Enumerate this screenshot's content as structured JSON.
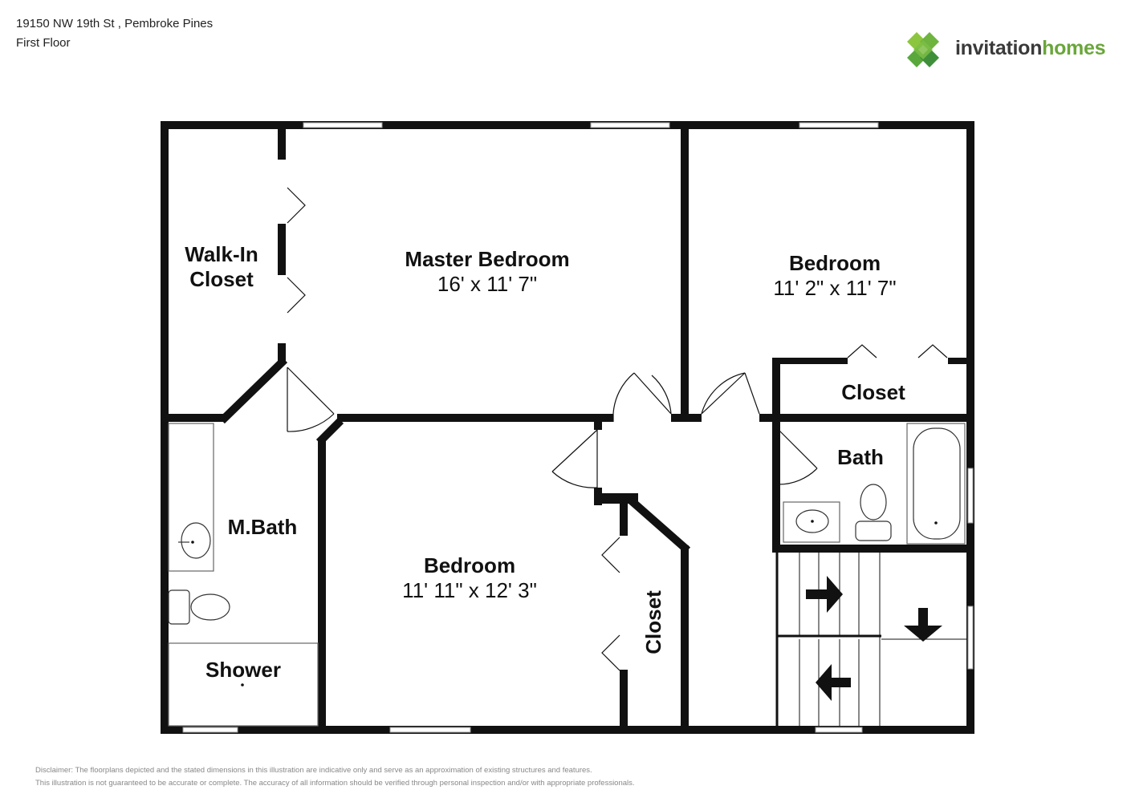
{
  "header": {
    "address": "19150 NW 19th St , Pembroke Pines",
    "floor": "First Floor"
  },
  "logo": {
    "word1": "invitation",
    "word2": "homes",
    "colors": {
      "dark_green": "#3f8f3a",
      "light_green": "#8cc63f",
      "mid_green": "#5aa83c"
    }
  },
  "rooms": {
    "walkin_closet": {
      "line1": "Walk-In",
      "line2": "Closet"
    },
    "master_bedroom": {
      "name": "Master Bedroom",
      "dims": "16' x 11' 7\""
    },
    "bedroom_ne": {
      "name": "Bedroom",
      "dims": "11' 2\" x 11' 7\""
    },
    "closet_ne": {
      "name": "Closet"
    },
    "bath": {
      "name": "Bath"
    },
    "mbath": {
      "name": "M.Bath"
    },
    "shower": {
      "name": "Shower"
    },
    "bedroom_s": {
      "name": "Bedroom",
      "dims": "11' 11\" x 12' 3\""
    },
    "closet_s": {
      "name": "Closet"
    }
  },
  "disclaimer": {
    "line1": "Disclaimer: The floorplans depicted and the stated dimensions in this illustration are indicative only and serve as an approximation of existing structures and features.",
    "line2": "This illustration is not guaranteed to be accurate or complete. The accuracy of all information should be verified through personal inspection and/or with appropriate professionals."
  },
  "colors": {
    "wall": "#111111",
    "window": "#ffffff",
    "fixture_stroke": "#333333"
  }
}
